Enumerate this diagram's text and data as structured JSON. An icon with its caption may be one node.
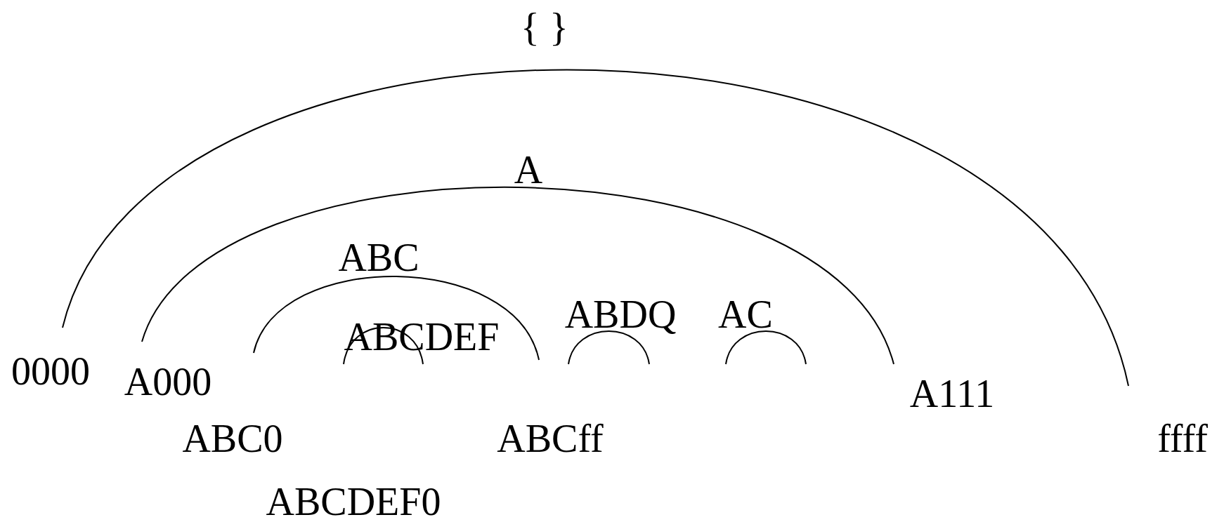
{
  "diagram": {
    "labels": [
      "{ }",
      "A",
      "ABC",
      "ABDQ",
      "AC",
      "ABCDEF",
      "0000",
      "A000",
      "A111",
      "ABC0",
      "ABCff",
      "ffff",
      "ABCDEF0"
    ]
  }
}
